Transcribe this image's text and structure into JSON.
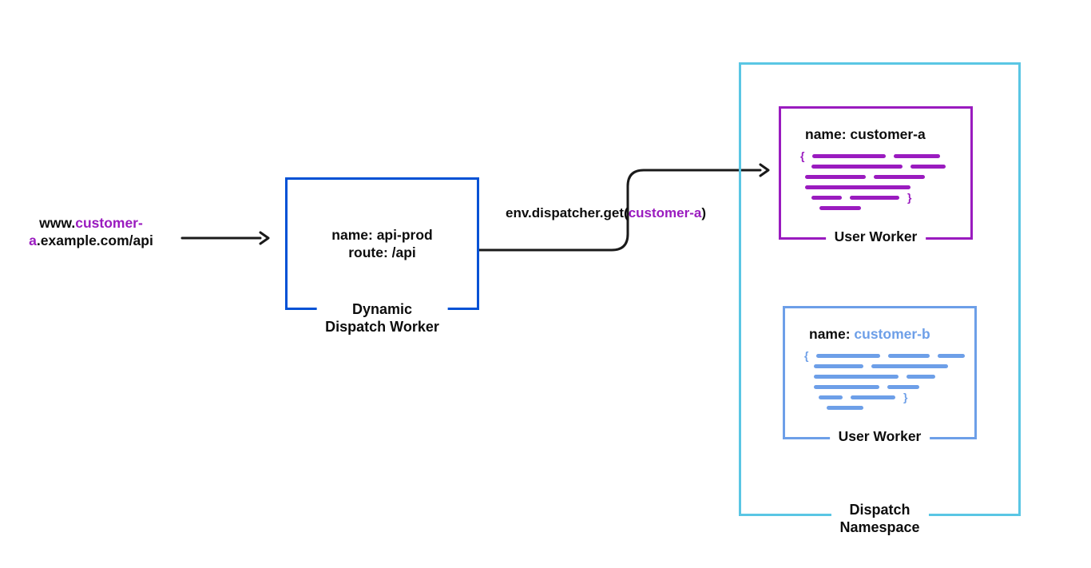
{
  "colors": {
    "dispatch_blue": "#0051d5",
    "worker_purple": "#9a1bbf",
    "worker_blue": "#6d9fe8",
    "namespace_cyan": "#5ac6e4",
    "arrow_black": "#1a1a1a"
  },
  "url": {
    "line1_black": "www.",
    "line1_purple": "customer-",
    "line2_purple": "a",
    "line2_black": ".example.com/api"
  },
  "dispatch_worker": {
    "line1": "name: api-prod",
    "line2": "route: /api",
    "caption_line1": "Dynamic",
    "caption_line2": "Dispatch Worker"
  },
  "dispatcher_call": {
    "prefix": "env.dispatcher.get(",
    "arg": "customer-a",
    "suffix": ")"
  },
  "namespace": {
    "caption_line1": "Dispatch",
    "caption_line2": "Namespace"
  },
  "worker_a": {
    "name_text": "name: customer-a",
    "brace_open": "{",
    "brace_close": "}",
    "caption": "User Worker"
  },
  "worker_b": {
    "name_prefix": "name: ",
    "name_value": "customer-b",
    "brace_open": "{",
    "brace_close": "}",
    "caption": "User Worker"
  }
}
